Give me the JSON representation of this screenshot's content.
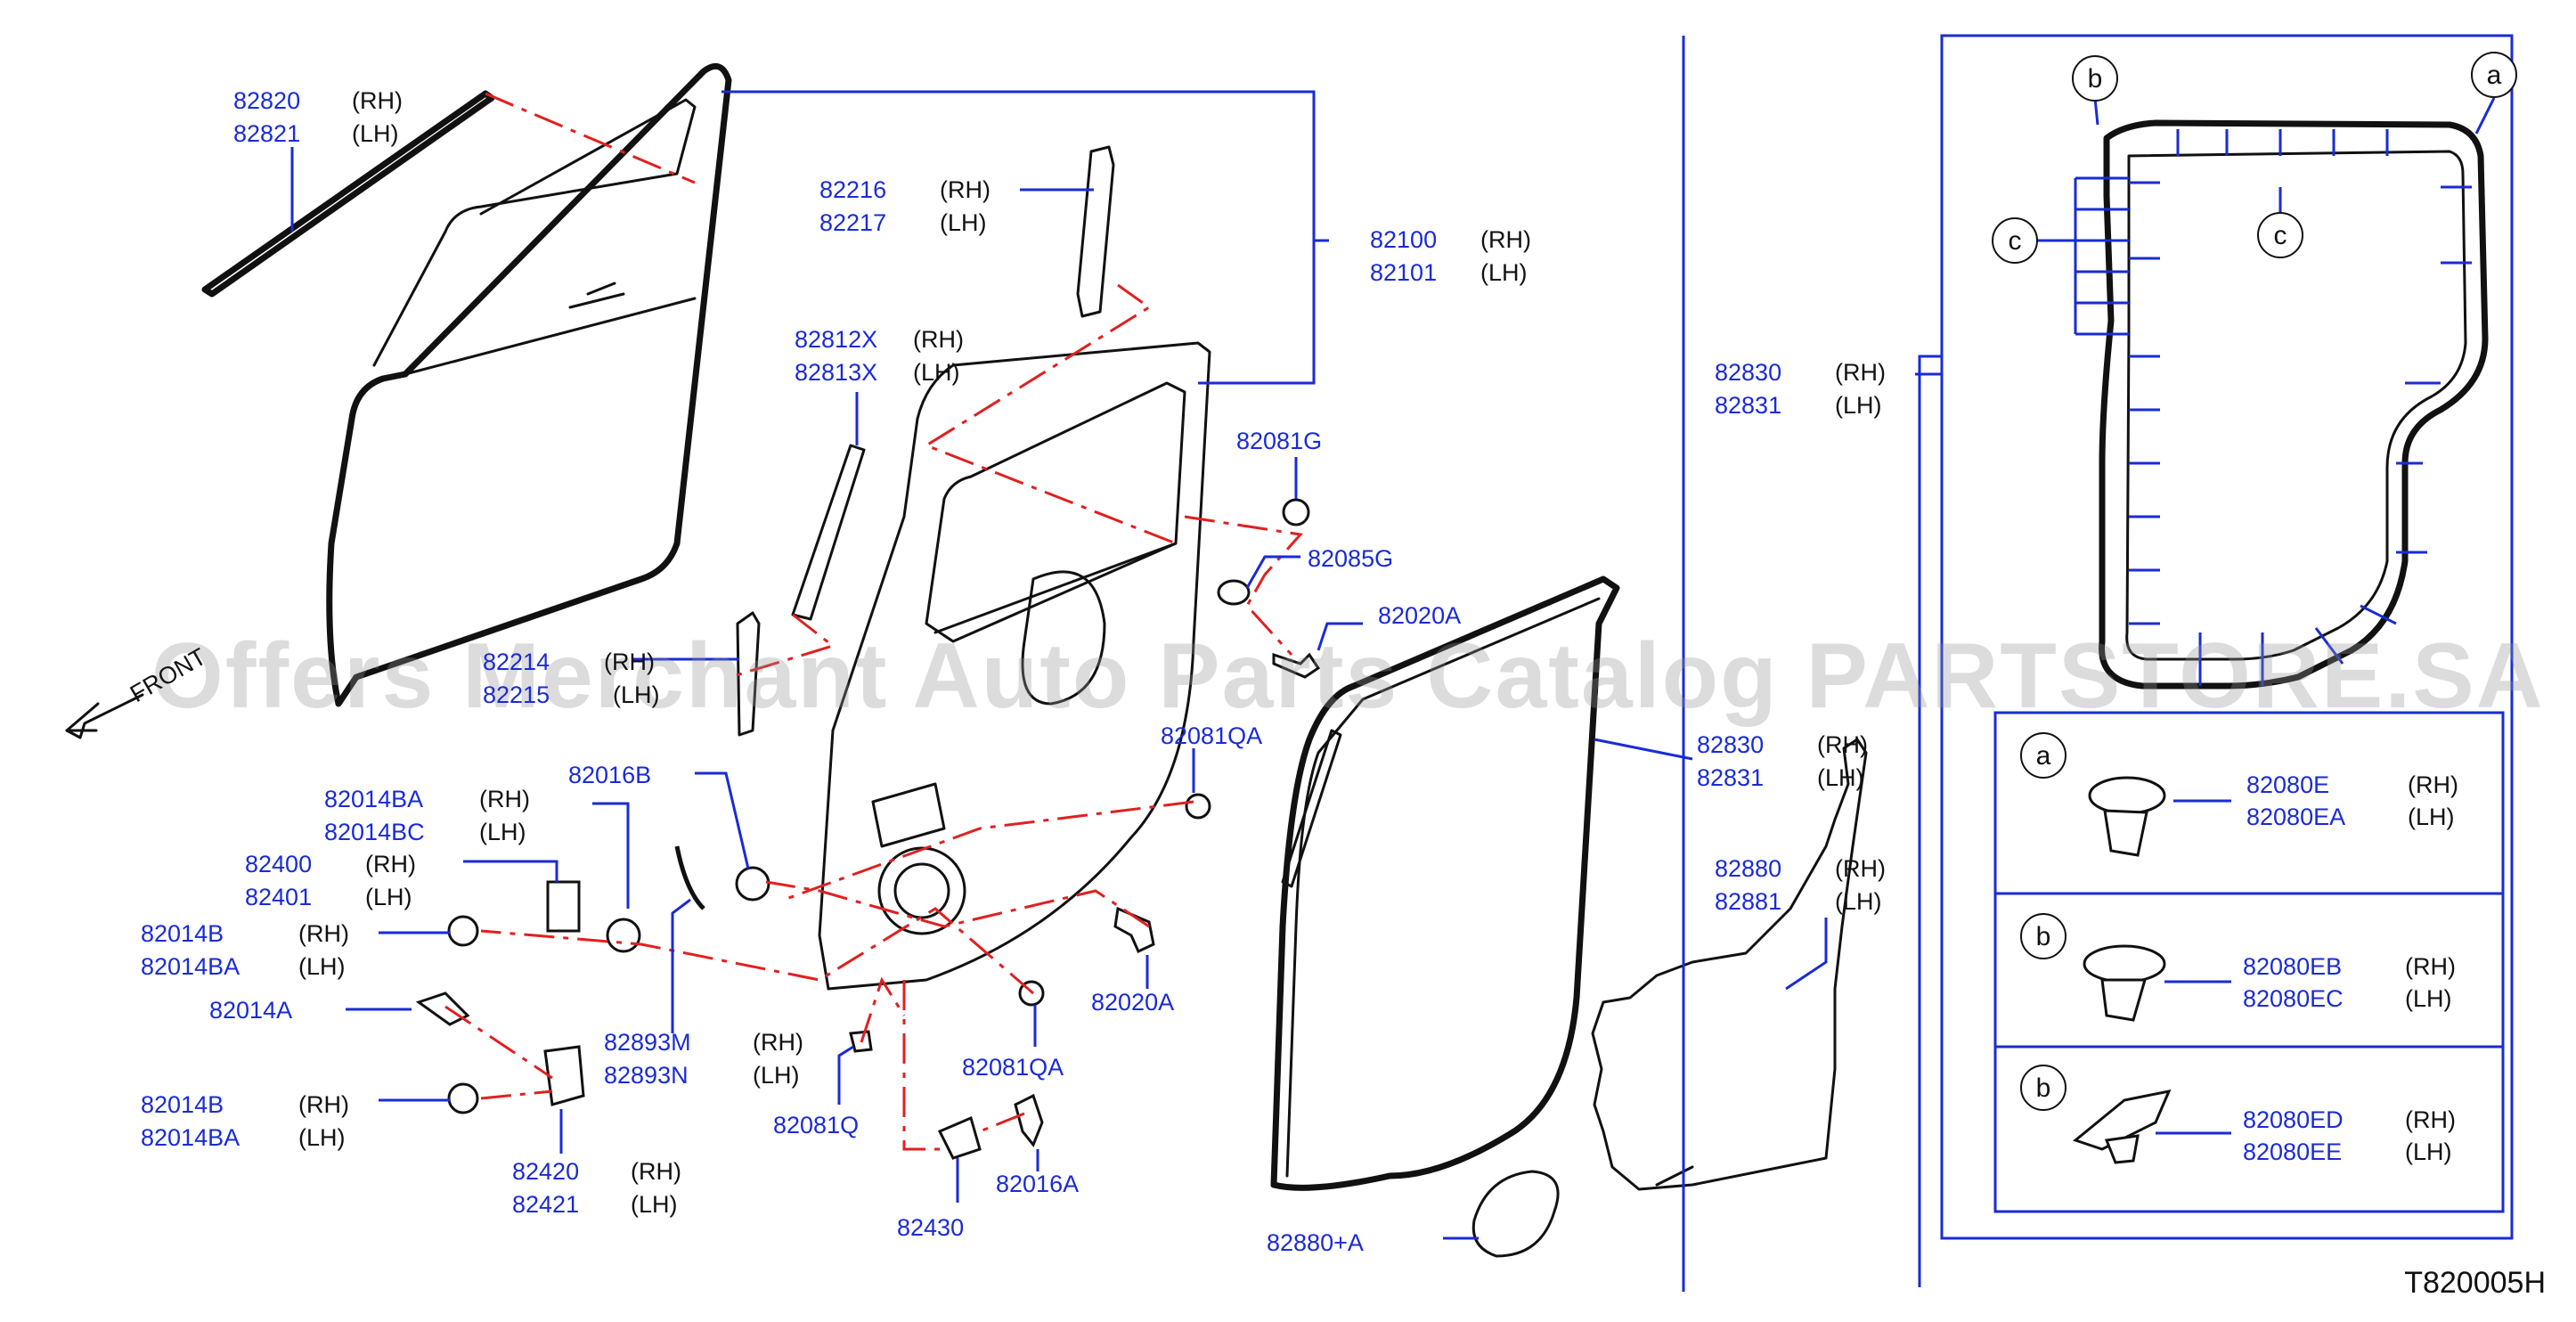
{
  "diagram_code": "T820005H",
  "watermark": "Offers Merchant Auto Parts Catalog PARTSTORE.SA",
  "front_label": "FRONT",
  "callouts": {
    "a": "a",
    "b": "b",
    "c": "c"
  },
  "colors": {
    "part_number": "#1a2bd6",
    "leader": "#1a2bd6",
    "phantom": "#e02020",
    "drawing": "#111111"
  },
  "parts": [
    {
      "id": "82820",
      "pn": "82820",
      "side": "(RH)"
    },
    {
      "id": "82821",
      "pn": "82821",
      "side": "(LH)"
    },
    {
      "id": "82216",
      "pn": "82216",
      "side": "(RH)"
    },
    {
      "id": "82217",
      "pn": "82217",
      "side": "(LH)"
    },
    {
      "id": "82100",
      "pn": "82100",
      "side": "(RH)"
    },
    {
      "id": "82101",
      "pn": "82101",
      "side": "(LH)"
    },
    {
      "id": "82812X",
      "pn": "82812X",
      "side": "(RH)"
    },
    {
      "id": "82813X",
      "pn": "82813X",
      "side": "(LH)"
    },
    {
      "id": "82081G",
      "pn": "82081G",
      "side": ""
    },
    {
      "id": "82085G",
      "pn": "82085G",
      "side": ""
    },
    {
      "id": "82020A_t",
      "pn": "82020A",
      "side": ""
    },
    {
      "id": "82214",
      "pn": "82214",
      "side": "(RH)"
    },
    {
      "id": "82215",
      "pn": "82215",
      "side": "(LH)"
    },
    {
      "id": "82081QA_t",
      "pn": "82081QA",
      "side": ""
    },
    {
      "id": "82014BA_t",
      "pn": "82014BA",
      "side": "(RH)"
    },
    {
      "id": "82014BC",
      "pn": "82014BC",
      "side": "(LH)"
    },
    {
      "id": "82016B",
      "pn": "82016B",
      "side": ""
    },
    {
      "id": "82400",
      "pn": "82400",
      "side": "(RH)"
    },
    {
      "id": "82401",
      "pn": "82401",
      "side": "(LH)"
    },
    {
      "id": "82014B_1",
      "pn": "82014B",
      "side": "(RH)"
    },
    {
      "id": "82014BA_1",
      "pn": "82014BA",
      "side": "(LH)"
    },
    {
      "id": "82014A",
      "pn": "82014A",
      "side": ""
    },
    {
      "id": "82014B_2",
      "pn": "82014B",
      "side": "(RH)"
    },
    {
      "id": "82014BA_2",
      "pn": "82014BA",
      "side": "(LH)"
    },
    {
      "id": "82893M",
      "pn": "82893M",
      "side": "(RH)"
    },
    {
      "id": "82893N",
      "pn": "82893N",
      "side": "(LH)"
    },
    {
      "id": "82081Q",
      "pn": "82081Q",
      "side": ""
    },
    {
      "id": "82420",
      "pn": "82420",
      "side": "(RH)"
    },
    {
      "id": "82421",
      "pn": "82421",
      "side": "(LH)"
    },
    {
      "id": "82430",
      "pn": "82430",
      "side": ""
    },
    {
      "id": "82016A",
      "pn": "82016A",
      "side": ""
    },
    {
      "id": "82081QA_b",
      "pn": "82081QA",
      "side": ""
    },
    {
      "id": "82020A_b",
      "pn": "82020A",
      "side": ""
    },
    {
      "id": "82830_m",
      "pn": "82830",
      "side": "(RH)"
    },
    {
      "id": "82831_m",
      "pn": "82831",
      "side": "(LH)"
    },
    {
      "id": "82880",
      "pn": "82880",
      "side": "(RH)"
    },
    {
      "id": "82881",
      "pn": "82881",
      "side": "(LH)"
    },
    {
      "id": "82880A",
      "pn": "82880+A",
      "side": ""
    },
    {
      "id": "82830_r",
      "pn": "82830",
      "side": "(RH)"
    },
    {
      "id": "82831_r",
      "pn": "82831",
      "side": "(LH)"
    },
    {
      "id": "82080E",
      "pn": "82080E",
      "side": "(RH)"
    },
    {
      "id": "82080EA",
      "pn": "82080EA",
      "side": "(LH)"
    },
    {
      "id": "82080EB",
      "pn": "82080EB",
      "side": "(RH)"
    },
    {
      "id": "82080EC",
      "pn": "82080EC",
      "side": "(LH)"
    },
    {
      "id": "82080ED",
      "pn": "82080ED",
      "side": "(RH)"
    },
    {
      "id": "82080EE",
      "pn": "82080EE",
      "side": "(LH)"
    }
  ]
}
